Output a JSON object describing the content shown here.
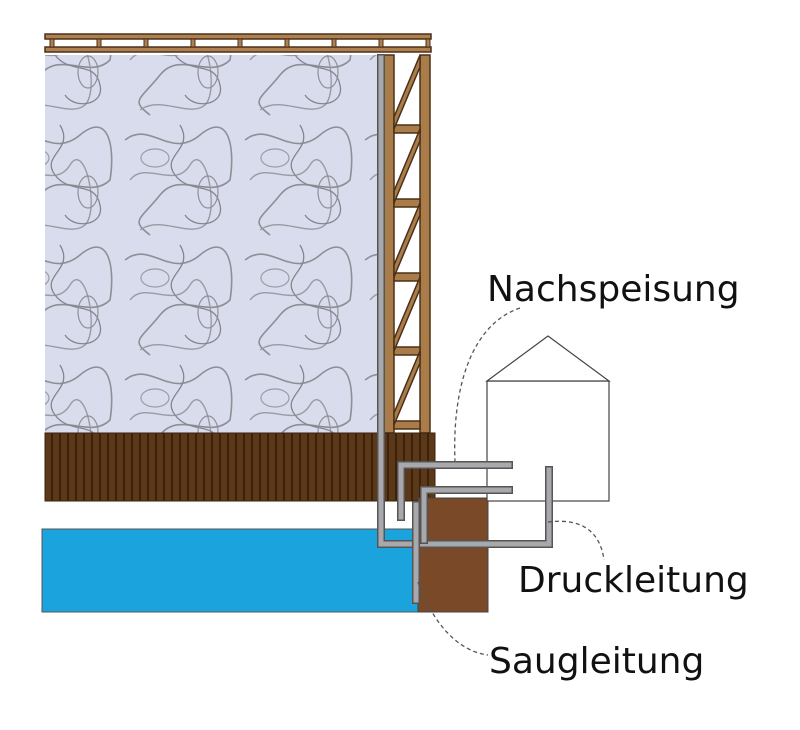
{
  "labels": {
    "nachspeisung": "Nachspeisung",
    "druckleitung": "Druckleitung",
    "saugleitung": "Saugleitung"
  },
  "colors": {
    "fill_material": "#d9dcec",
    "fill_scribble": "#8e8e96",
    "beam_wood": "#a97c4a",
    "base_wood": "#5a3818",
    "base_wood_line": "#3a220c",
    "water": "#1aa3dd",
    "brown_block": "#7a4a28",
    "pipe": "#a9a9ad",
    "pipe_outline": "#555555",
    "house_outline": "#444444",
    "leader_line": "#555555"
  },
  "icons": {
    "storage_bin": "hatched-fill-block",
    "house": "pump-house-outline"
  }
}
